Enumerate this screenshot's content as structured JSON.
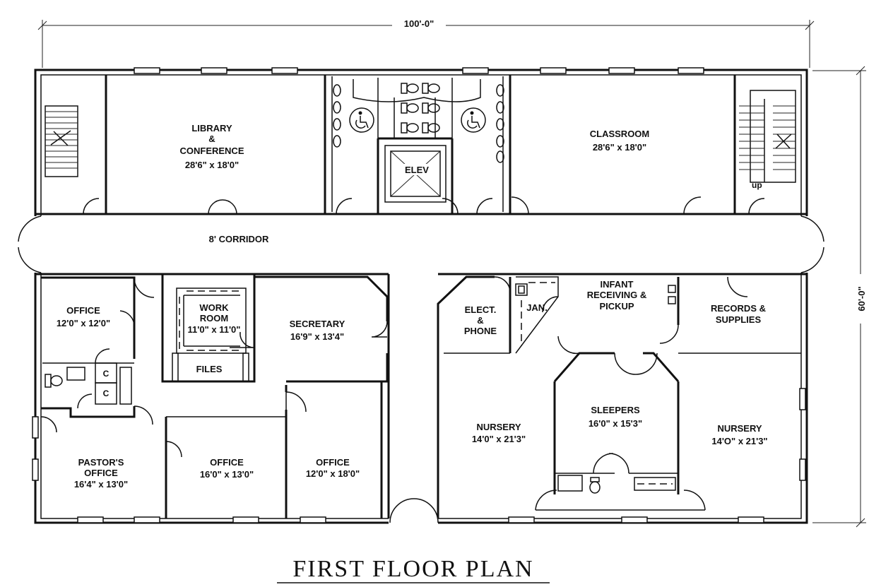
{
  "drawing": {
    "title": "FIRST FLOOR PLAN",
    "dim_width": "100'-0\"",
    "dim_depth": "60'-0\"",
    "corridor": "8' CORRIDOR",
    "stair_label": "up",
    "elevator": "ELEV"
  },
  "rooms": {
    "library": {
      "name": [
        "LIBRARY",
        "&",
        "CONFERENCE"
      ],
      "size": "28'6\" x 18'0\""
    },
    "classroom": {
      "name": [
        "CLASSROOM"
      ],
      "size": "28'6\" x 18'0\""
    },
    "office_nw": {
      "name": [
        "OFFICE"
      ],
      "size": "12'0\" x 12'0\""
    },
    "work_room": {
      "name": [
        "WORK",
        "ROOM"
      ],
      "size": "11'0\" x 11'0\""
    },
    "secretary": {
      "name": [
        "SECRETARY"
      ],
      "size": "16'9\" x 13'4\""
    },
    "files": {
      "name": [
        "FILES"
      ]
    },
    "closet_1": {
      "name": [
        "C"
      ]
    },
    "closet_2": {
      "name": [
        "C"
      ]
    },
    "pastor": {
      "name": [
        "PASTOR'S",
        "OFFICE"
      ],
      "size": "16'4\" x 13'0\""
    },
    "office_mid": {
      "name": [
        "OFFICE"
      ],
      "size": "16'0\" x 13'0\""
    },
    "office_right": {
      "name": [
        "OFFICE"
      ],
      "size": "12'0\" x 18'0\""
    },
    "elect": {
      "name": [
        "ELECT.",
        "&",
        "PHONE"
      ]
    },
    "jan": {
      "name": [
        "JAN."
      ]
    },
    "infant": {
      "name": [
        "INFANT",
        "RECEIVING &",
        "PICKUP"
      ]
    },
    "records": {
      "name": [
        "RECORDS &",
        "SUPPLIES"
      ]
    },
    "nursery_left": {
      "name": [
        "NURSERY"
      ],
      "size": "14'0\" x 21'3\""
    },
    "sleepers": {
      "name": [
        "SLEEPERS"
      ],
      "size": "16'0\" x 15'3\""
    },
    "nursery_right": {
      "name": [
        "NURSERY"
      ],
      "size": "14'O\" x 21'3\""
    }
  },
  "icons": [
    "wheelchair-icon",
    "toilet-icon",
    "sink-icon",
    "stair-break-icon",
    "elevator-icon",
    "door-swing-icon"
  ]
}
